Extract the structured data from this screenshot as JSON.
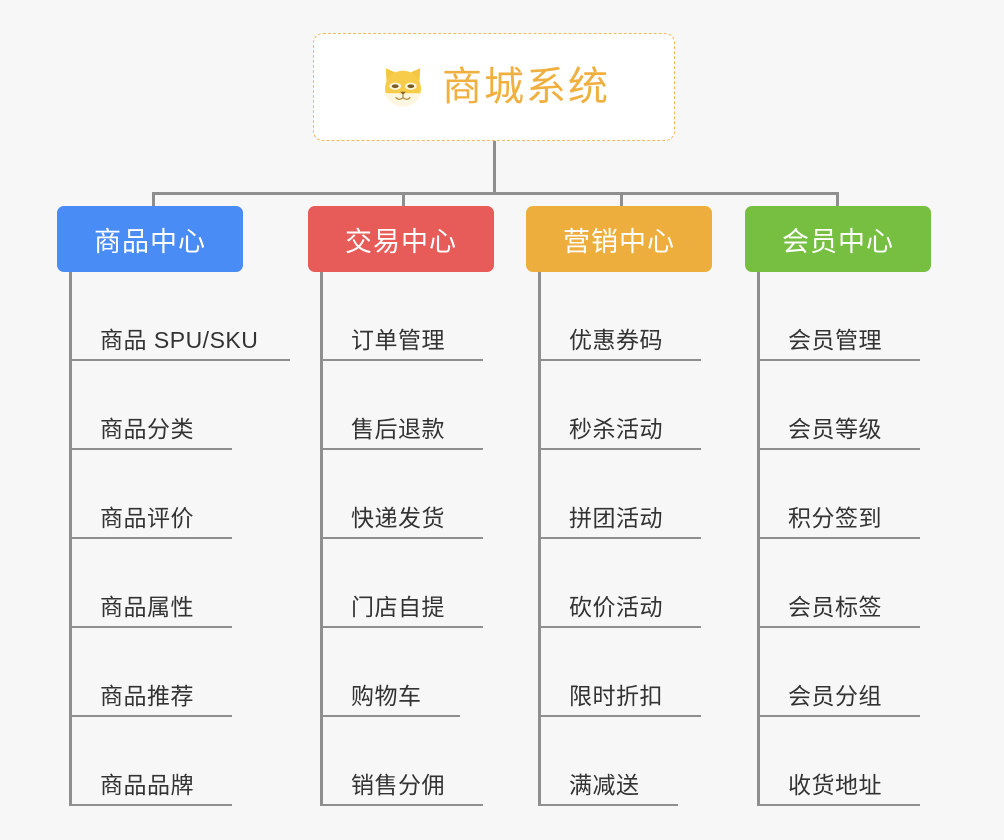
{
  "diagram": {
    "type": "mind-map",
    "background_color": "#f7f7f7",
    "connector_color": "#8f8f8f",
    "root": {
      "title": "商城系统",
      "icon": "shiba-dog-face-emoji",
      "text_color": "#f0b040",
      "border_color": "#f0b95a",
      "background_color": "#ffffff"
    },
    "branches": [
      {
        "label": "商品中心",
        "color": "#4a8cf5",
        "items": [
          "商品 SPU/SKU",
          "商品分类",
          "商品评价",
          "商品属性",
          "商品推荐",
          "商品品牌"
        ]
      },
      {
        "label": "交易中心",
        "color": "#e75b58",
        "items": [
          "订单管理",
          "售后退款",
          "快递发货",
          "门店自提",
          "购物车",
          "销售分佣"
        ]
      },
      {
        "label": "营销中心",
        "color": "#edae3d",
        "items": [
          "优惠券码",
          "秒杀活动",
          "拼团活动",
          "砍价活动",
          "限时折扣",
          "满减送"
        ]
      },
      {
        "label": "会员中心",
        "color": "#76bf40",
        "items": [
          "会员管理",
          "会员等级",
          "积分签到",
          "会员标签",
          "会员分组",
          "收货地址"
        ]
      }
    ]
  }
}
